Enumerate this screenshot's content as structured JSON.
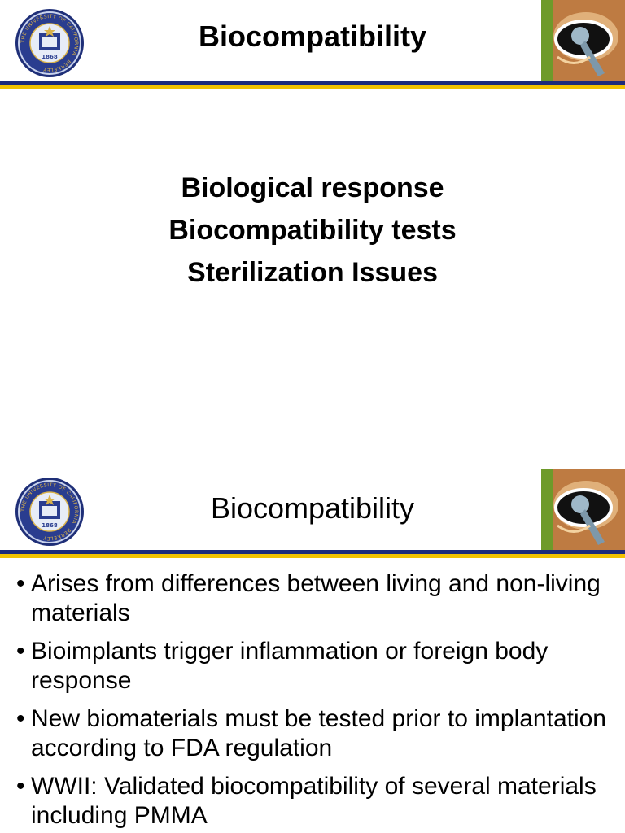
{
  "slide1": {
    "title": "Biocompatibility",
    "topics": [
      "Biological response",
      "Biocompatibility tests",
      "Sterilization Issues"
    ]
  },
  "slide2": {
    "title": "Biocompatibility",
    "bullets": [
      "Arises from differences between living and non-living materials",
      "Bioimplants trigger inflammation or foreign body response",
      "New biomaterials must be tested prior to implantation according to FDA regulation",
      "WWII: Validated biocompatibility of several materials including PMMA"
    ]
  },
  "seal": {
    "ring_text": "THE UNIVERSITY OF CALIFORNIA · BERKELEY",
    "year": "1868"
  },
  "icons": {
    "seal": "university-seal-icon",
    "implant": "hip-implant-image"
  },
  "colors": {
    "navy_rule": "#1d2b7a",
    "gold_rule": "#f2c200",
    "seal_blue": "#2a3d8f",
    "seal_gold": "#d9b24a"
  }
}
